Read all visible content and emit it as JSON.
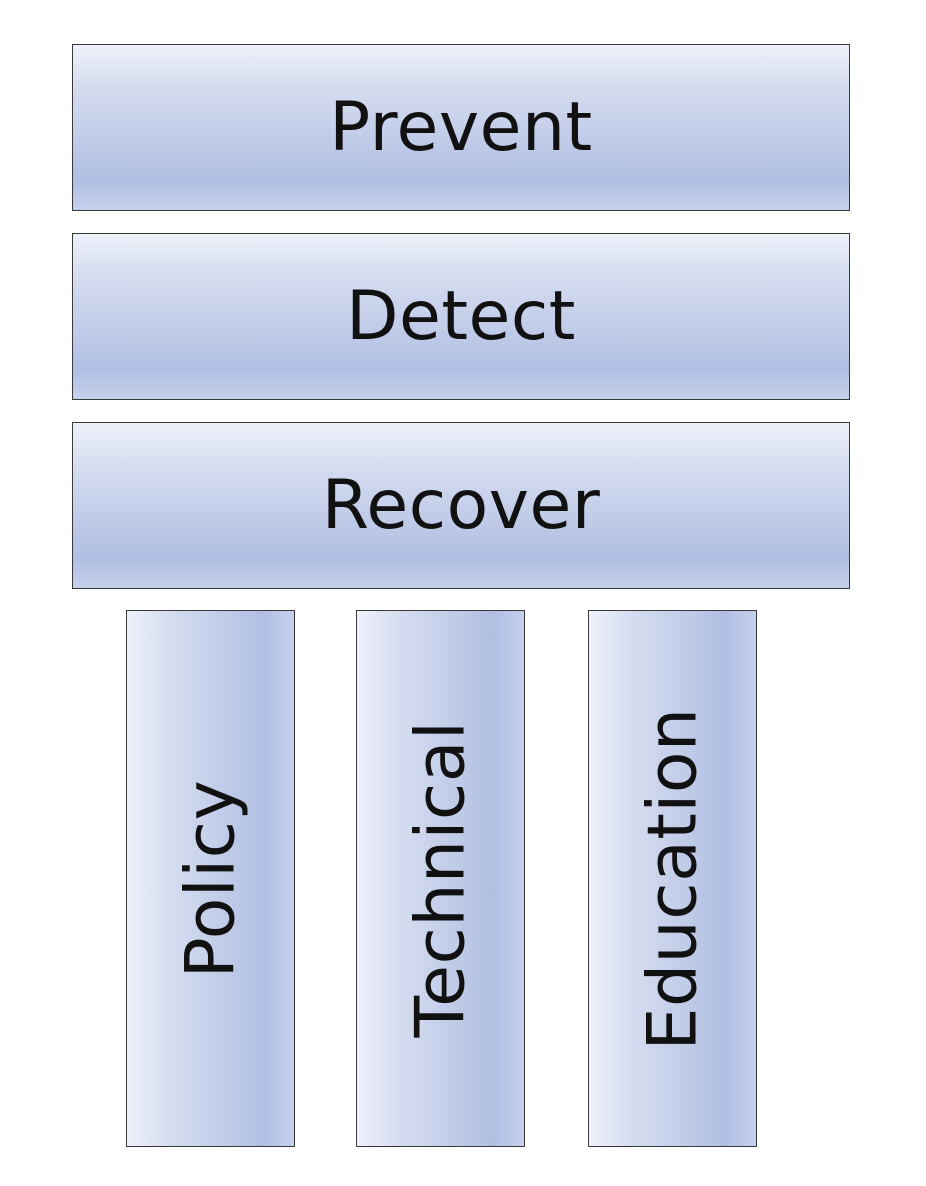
{
  "layers": [
    {
      "label": "Prevent"
    },
    {
      "label": "Detect"
    },
    {
      "label": "Recover"
    }
  ],
  "pillars": [
    {
      "label": "Policy"
    },
    {
      "label": "Technical"
    },
    {
      "label": "Education"
    }
  ],
  "colors": {
    "fill_light": "#eef1fa",
    "fill_dark": "#b0bfe2",
    "border": "#3a3a3a",
    "text": "#111111"
  }
}
